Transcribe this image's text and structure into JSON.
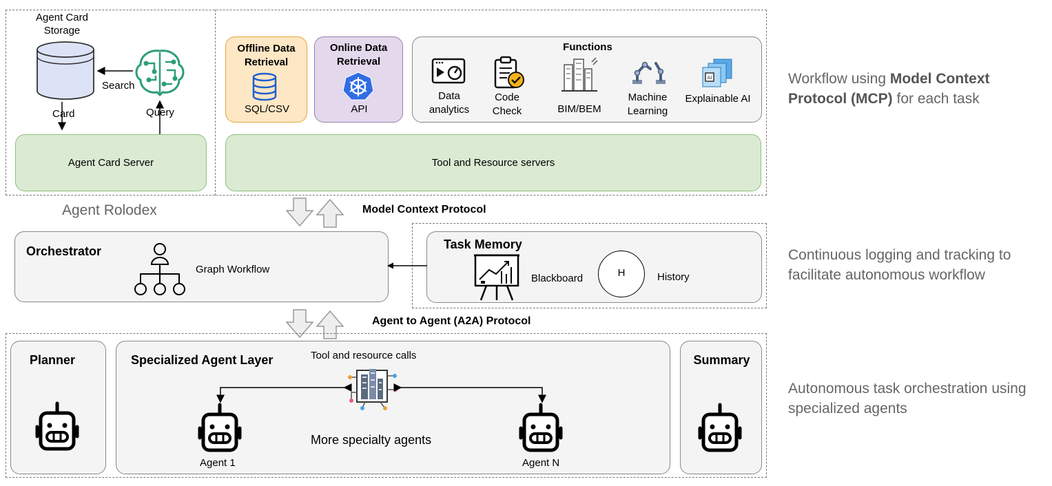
{
  "rolodex": {
    "storage_title": "Agent Card Storage",
    "search_label": "Search",
    "card_label": "Card",
    "query_label": "Query",
    "server_label": "Agent Card Server",
    "caption": "Agent Rolodex"
  },
  "tools": {
    "offline_title": "Offline Data Retrieval",
    "offline_sub": "SQL/CSV",
    "online_title": "Online Data Retrieval",
    "online_sub": "API",
    "functions_title": "Functions",
    "functions": [
      {
        "label": "Data analytics",
        "icon": "data-analytics-icon"
      },
      {
        "label": "Code Check",
        "icon": "code-check-icon"
      },
      {
        "label": "BIM/BEM",
        "icon": "bim-bem-icon"
      },
      {
        "label": "Machine Learning",
        "icon": "machine-learning-icon"
      },
      {
        "label": "Explainable AI",
        "icon": "explainable-ai-icon"
      }
    ],
    "servers_label": "Tool and Resource servers"
  },
  "protocols": {
    "mcp": "Model Context Protocol",
    "a2a": "Agent to Agent (A2A) Protocol"
  },
  "orchestrator": {
    "title": "Orchestrator",
    "workflow_label": "Graph Workflow"
  },
  "memory": {
    "title": "Task Memory",
    "blackboard_label": "Blackboard",
    "history_symbol": "H",
    "history_label": "History"
  },
  "agents": {
    "planner_title": "Planner",
    "layer_title": "Specialized Agent Layer",
    "tool_calls_label": "Tool and resource calls",
    "more_label": "More specialty agents",
    "agent1_label": "Agent 1",
    "agentN_label": "Agent N",
    "summary_title": "Summary"
  },
  "side_notes": {
    "top_pre": "Workflow using ",
    "top_bold": "Model Context Protocol (MCP)",
    "top_post": " for each task",
    "middle": "Continuous logging and tracking to facilitate autonomous workflow",
    "bottom": "Autonomous task orchestration using specialized agents"
  },
  "colors": {
    "server_green": "#dbead3",
    "offline_orange": "#fde7c4",
    "online_purple": "#e4d8ec",
    "neural_teal": "#2e9e78",
    "kubernetes_blue": "#326ce5",
    "storage_blue": "#dde3f6"
  }
}
